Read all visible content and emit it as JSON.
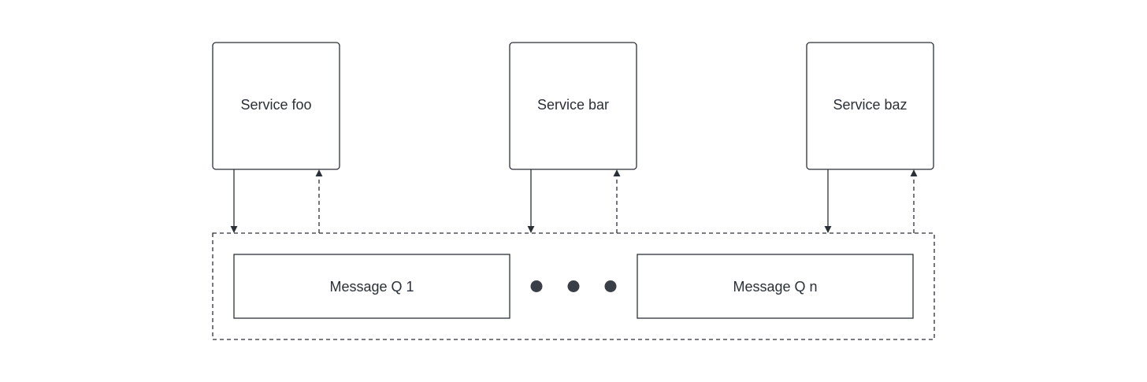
{
  "colors": {
    "background": "#ffffff",
    "stroke": "#2b2f36",
    "dot": "#3a3f47"
  },
  "services": [
    {
      "label": "Service foo"
    },
    {
      "label": "Service bar"
    },
    {
      "label": "Service baz"
    }
  ],
  "queue_group": {
    "queues": [
      {
        "label": "Message Q 1"
      },
      {
        "label": "Message Q n"
      }
    ],
    "ellipsis_icon": "three-dots"
  },
  "connections": [
    {
      "from": "Service foo",
      "to": "queue-group",
      "style": "solid"
    },
    {
      "from": "queue-group",
      "to": "Service foo",
      "style": "dashed"
    },
    {
      "from": "Service bar",
      "to": "queue-group",
      "style": "solid"
    },
    {
      "from": "queue-group",
      "to": "Service bar",
      "style": "dashed"
    },
    {
      "from": "Service baz",
      "to": "queue-group",
      "style": "solid"
    },
    {
      "from": "queue-group",
      "to": "Service baz",
      "style": "dashed"
    }
  ]
}
